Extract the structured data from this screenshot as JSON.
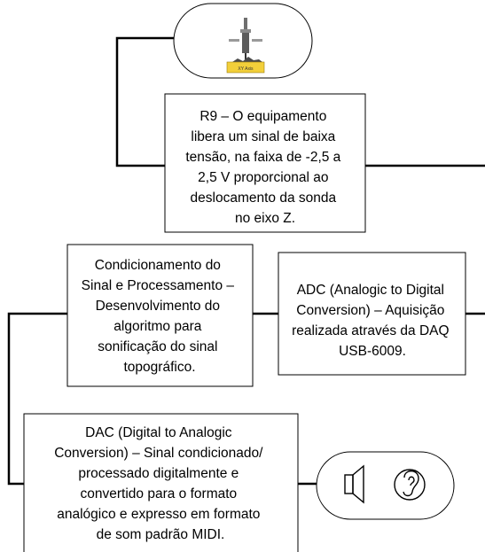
{
  "nodes": {
    "r9": {
      "lines": [
        "R9 – O equipamento",
        "libera um sinal de baixa",
        "tensão, na faixa de  -2,5 a",
        "2,5 V proporcional ao",
        "deslocamento da sonda",
        "no eixo Z."
      ]
    },
    "conditioning": {
      "lines": [
        "Condicionamento do",
        "Sinal e Processamento –",
        "Desenvolvimento do",
        "algoritmo para",
        "sonificação do sinal",
        "topográfico."
      ]
    },
    "adc": {
      "lines": [
        "ADC (Analogic to Digital",
        "Conversion) – Aquisição",
        "realizada através da DAQ",
        "USB-6009."
      ]
    },
    "dac": {
      "lines": [
        "DAC (Digital to Analogic",
        "Conversion) – Sinal condicionado/",
        "processado digitalmente e",
        "convertido para o formato",
        "analógico e expresso em formato",
        "de som padrão MIDI."
      ]
    }
  },
  "icons": {
    "probe_label": "XY Axis",
    "probe_icon": "probe-device-icon",
    "speaker_icon": "speaker-icon",
    "ear_icon": "ear-icon"
  },
  "colors": {
    "line": "#000000",
    "box_fill": "#ffffff",
    "probe_base": "#f2cf3a"
  }
}
